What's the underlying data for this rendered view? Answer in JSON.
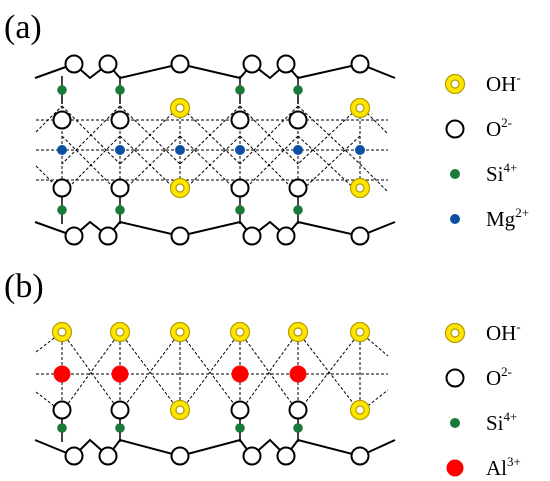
{
  "panels": [
    {
      "label": "(a)",
      "legend": [
        {
          "symbol": "oh",
          "text": "OH",
          "sup": "-"
        },
        {
          "symbol": "o",
          "text": "O",
          "sup": "2-"
        },
        {
          "symbol": "si",
          "text": "Si",
          "sup": "4+"
        },
        {
          "symbol": "mg",
          "text": "Mg",
          "sup": "2+"
        }
      ]
    },
    {
      "label": "(b)",
      "legend": [
        {
          "symbol": "oh",
          "text": "OH",
          "sup": "-"
        },
        {
          "symbol": "o",
          "text": "O",
          "sup": "2-"
        },
        {
          "symbol": "si",
          "text": "Si",
          "sup": "4+"
        },
        {
          "symbol": "al",
          "text": "Al",
          "sup": "3+"
        }
      ]
    }
  ],
  "colors": {
    "oh_fill": "#ffe600",
    "oh_ring": "#b39b00",
    "oxygen_stroke": "#000000",
    "silicon": "#1a7a3a",
    "magnesium": "#0d4fa0",
    "aluminum": "#ff0000",
    "bond_line": "#000000"
  }
}
